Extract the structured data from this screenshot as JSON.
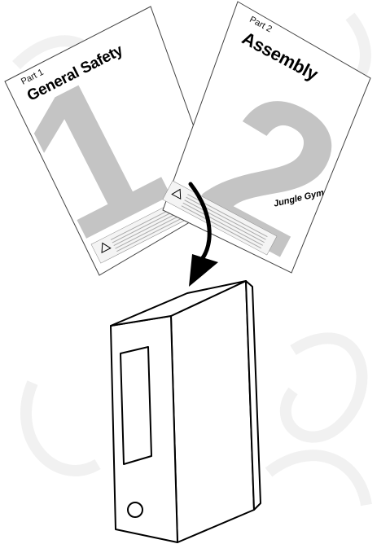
{
  "booklets": [
    {
      "part_label": "Part 1",
      "title": "General Safety",
      "number": "1"
    },
    {
      "part_label": "Part 2",
      "title": "Assembly",
      "number": "2"
    }
  ],
  "brand": "Jungle Gym",
  "colors": {
    "big_number": "#c4c4c4",
    "paper": "#ffffff",
    "outline": "#222222",
    "arrow": "#000000",
    "watermark": "#f1f1f1"
  },
  "icons": [
    "warning-triangle-icon",
    "arrow-down-icon",
    "binder-icon"
  ]
}
